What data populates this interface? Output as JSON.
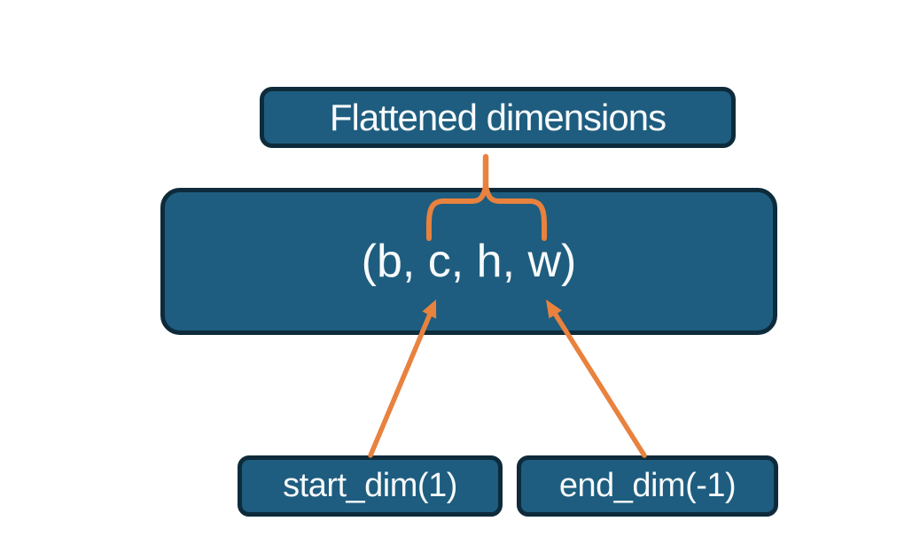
{
  "colors": {
    "background": "#FFFFFF",
    "box-fill": "#1E5D7F",
    "box-border": "#0E2B3B",
    "text-color": "#F7FAFB",
    "accent-orange": "#E8823E"
  },
  "diagram": {
    "title_box": {
      "label": "Flattened dimensions"
    },
    "tensor_box": {
      "label": "(b, c, h, w)"
    },
    "start_box": {
      "label": "start_dim(1)"
    },
    "end_box": {
      "label": "end_dim(-1)"
    }
  }
}
